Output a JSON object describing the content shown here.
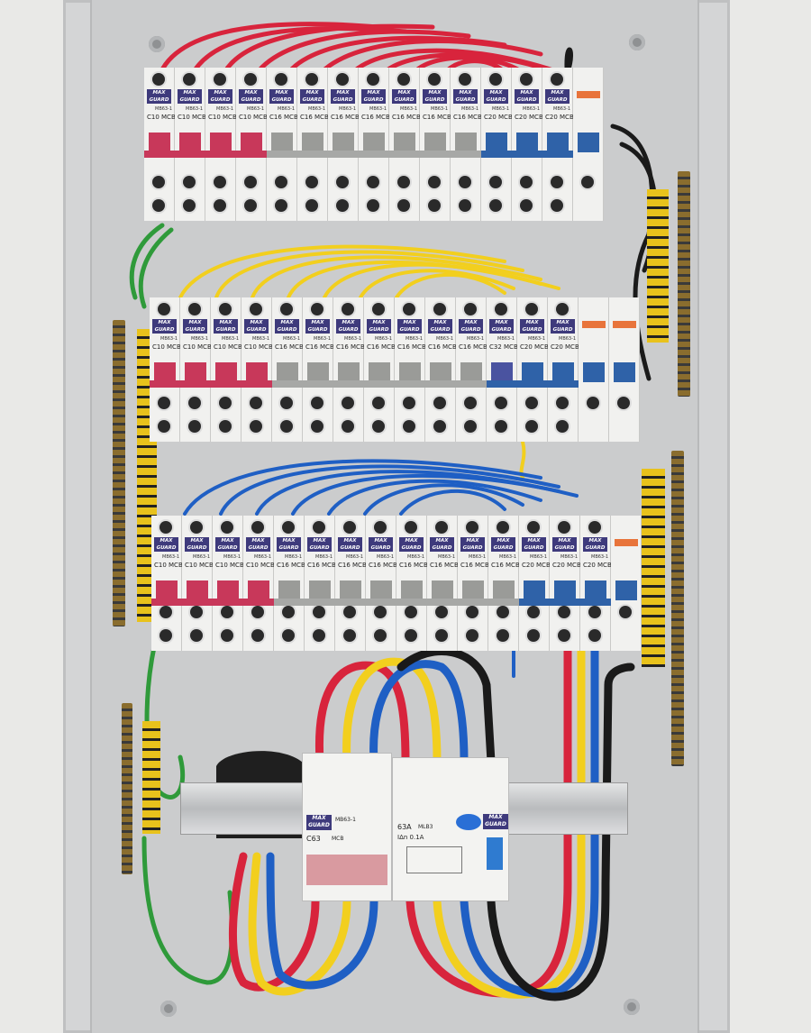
{
  "brand": "MAX GUARD",
  "breaker_model": "MB63-1",
  "breaker_type_suffix": "MCB",
  "rows": [
    {
      "ratings": [
        "C10",
        "C10",
        "C10",
        "C10",
        "C16",
        "C16",
        "C16",
        "C16",
        "C16",
        "C16",
        "C16",
        "C20",
        "C20",
        "C20"
      ],
      "rcbo_count": 1
    },
    {
      "ratings": [
        "C10",
        "C10",
        "C10",
        "C10",
        "C16",
        "C16",
        "C16",
        "C16",
        "C16",
        "C16",
        "C16",
        "C32",
        "C20",
        "C20"
      ],
      "rcbo_count": 2
    },
    {
      "ratings": [
        "C10",
        "C10",
        "C10",
        "C10",
        "C16",
        "C16",
        "C16",
        "C16",
        "C16",
        "C16",
        "C16",
        "C16",
        "C20",
        "C20",
        "C20"
      ],
      "rcbo_count": 1
    }
  ],
  "main_breaker": {
    "brand": "MAX GUARD",
    "model": "MB63-1",
    "rating": "C63",
    "type": "MCB"
  },
  "rcd": {
    "brand": "MAX GUARD",
    "rating": "63A",
    "model": "MLB3",
    "sensitivity": "IΔn 0.1A"
  },
  "colors": {
    "c10_toggle": "#c8385a",
    "c16_toggle": "#9a9b98",
    "c20_toggle": "#2f62a8",
    "c32_toggle": "#4a53a0",
    "brand_label": "#3e3a7c",
    "wire_red": "#d8243c",
    "wire_yellow": "#f2cf1e",
    "wire_blue": "#1f5fc4",
    "wire_green": "#2f9a3a",
    "wire_black": "#1a1a1a"
  }
}
